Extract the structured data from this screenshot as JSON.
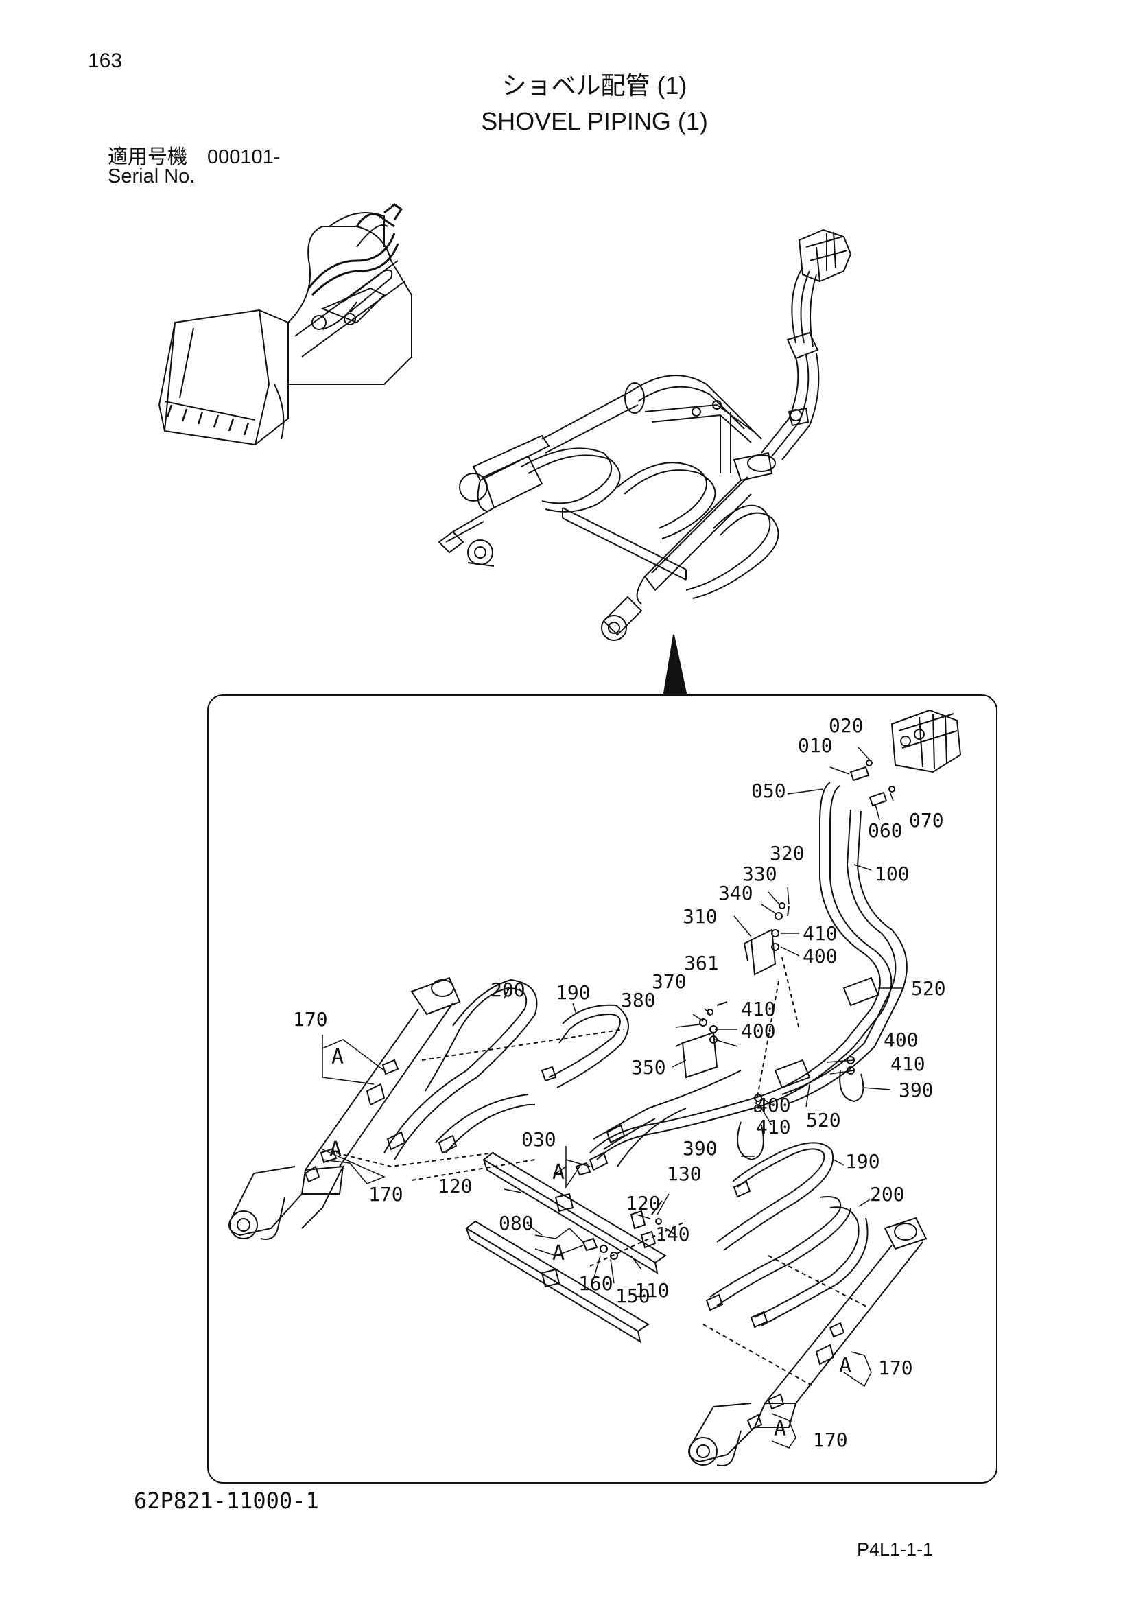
{
  "header": {
    "page_number": "163",
    "title_jp": "ショベル配管 (1)",
    "title_en": "SHOVEL PIPING (1)",
    "serial_label_jp": "適用号機　000101-",
    "serial_label_en": "Serial No."
  },
  "callouts": [
    "020",
    "010",
    "050",
    "060",
    "070",
    "320",
    "100",
    "330",
    "340",
    "310",
    "410",
    "400",
    "520",
    "361",
    "370",
    "380",
    "200",
    "190",
    "410",
    "400",
    "350",
    "400",
    "410",
    "390",
    "170",
    "A",
    "400",
    "410",
    "520",
    "390",
    "030",
    "A",
    "120",
    "130",
    "190",
    "120",
    "200",
    "140",
    "A",
    "170",
    "080",
    "A",
    "110",
    "160",
    "150",
    "A",
    "170",
    "A",
    "170"
  ],
  "footer": {
    "drawing_number": "62P821-11000-1",
    "sheet_ref": "P4L1-1-1"
  }
}
